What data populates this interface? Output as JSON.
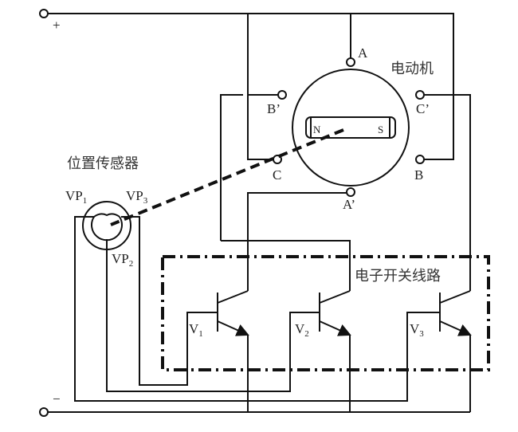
{
  "title_motor": "电动机",
  "title_sensor": "位置传感器",
  "title_switch": "电子开关线路",
  "terminals": {
    "plus": "+",
    "minus": "−"
  },
  "motor_terminals": {
    "A": "A",
    "A_prime": "A’",
    "B": "B",
    "B_prime": "B’",
    "C": "C",
    "C_prime": "C’"
  },
  "rotor": {
    "north": "N",
    "south": "S"
  },
  "sensor_pins": [
    {
      "main": "VP",
      "sub": "1"
    },
    {
      "main": "VP",
      "sub": "2"
    },
    {
      "main": "VP",
      "sub": "3"
    }
  ],
  "transistors": [
    {
      "main": "V",
      "sub": "1"
    },
    {
      "main": "V",
      "sub": "2"
    },
    {
      "main": "V",
      "sub": "3"
    }
  ]
}
